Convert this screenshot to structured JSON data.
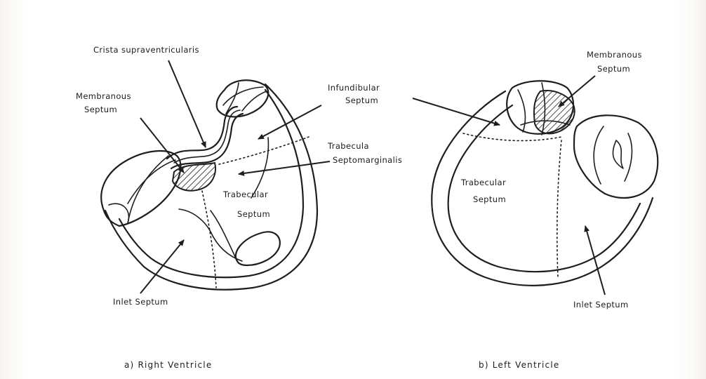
{
  "labels": {
    "crista": "Crista supraventricularis",
    "membranous_rv_1": "Membranous",
    "membranous_rv_2": "Septum",
    "infundibular_1": "Infundibular",
    "infundibular_2": "Septum",
    "trabecula_1": "Trabecula",
    "trabecula_2": "Septomarginalis",
    "trabecular_rv_1": "Trabecular",
    "trabecular_rv_2": "Septum",
    "inlet_rv": "Inlet  Septum",
    "membranous_lv_1": "Membranous",
    "membranous_lv_2": "Septum",
    "trabecular_lv_1": "Trabecular",
    "trabecular_lv_2": "Septum",
    "inlet_lv": "Inlet  Septum"
  },
  "captions": {
    "right": "a)  Right   Ventricle",
    "left": "b)  Left   Ventricle"
  },
  "colors": {
    "ink": "#1e1e1e",
    "background": "#ffffff"
  }
}
